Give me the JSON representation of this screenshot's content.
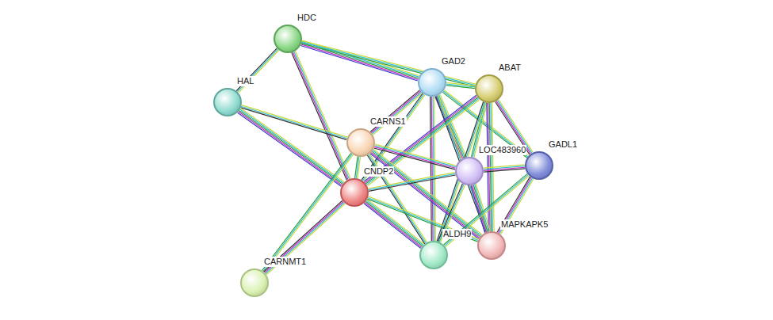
{
  "diagram": {
    "nodes": [
      {
        "text": [
          "HDC"
        ]
      },
      {
        "text": [
          "HAL"
        ]
      },
      {
        "text": [
          "GAD2"
        ]
      },
      {
        "text": [
          "ABAT"
        ]
      },
      {
        "text": [
          "CARNS1"
        ]
      },
      {
        "text": [
          "LOC483960"
        ]
      },
      {
        "text": [
          "GADL1"
        ]
      },
      {
        "text": [
          "CNDP2"
        ]
      },
      {
        "text": [
          "ALDH9"
        ]
      },
      {
        "text": [
          "MAPKAPK5"
        ]
      },
      {
        "text": [
          "CARNMT1"
        ]
      }
    ],
    "edges": [
      {
        "from": 0,
        "to": 1,
        "arrow": "none"
      },
      {
        "from": 0,
        "to": 2,
        "arrow": "none"
      },
      {
        "from": 0,
        "to": 3,
        "arrow": "none"
      },
      {
        "from": 0,
        "to": 7,
        "arrow": "none"
      },
      {
        "from": 1,
        "to": 4,
        "arrow": "none"
      },
      {
        "from": 1,
        "to": 7,
        "arrow": "none"
      },
      {
        "from": 2,
        "to": 3,
        "arrow": "none"
      },
      {
        "from": 2,
        "to": 4,
        "arrow": "none"
      },
      {
        "from": 2,
        "to": 7,
        "arrow": "none"
      },
      {
        "from": 2,
        "to": 5,
        "arrow": "none"
      },
      {
        "from": 2,
        "to": 6,
        "arrow": "none"
      },
      {
        "from": 2,
        "to": 8,
        "arrow": "none"
      },
      {
        "from": 2,
        "to": 9,
        "arrow": "none"
      },
      {
        "from": 3,
        "to": 7,
        "arrow": "none"
      },
      {
        "from": 3,
        "to": 5,
        "arrow": "none"
      },
      {
        "from": 3,
        "to": 6,
        "arrow": "none"
      },
      {
        "from": 3,
        "to": 8,
        "arrow": "none"
      },
      {
        "from": 3,
        "to": 9,
        "arrow": "none"
      },
      {
        "from": 4,
        "to": 7,
        "arrow": "none"
      },
      {
        "from": 4,
        "to": 5,
        "arrow": "none"
      },
      {
        "from": 4,
        "to": 8,
        "arrow": "none"
      },
      {
        "from": 4,
        "to": 9,
        "arrow": "none"
      },
      {
        "from": 4,
        "to": 10,
        "arrow": "none"
      },
      {
        "from": 7,
        "to": 10,
        "arrow": "none"
      },
      {
        "from": 7,
        "to": 5,
        "arrow": "none"
      },
      {
        "from": 7,
        "to": 8,
        "arrow": "none"
      },
      {
        "from": 7,
        "to": 9,
        "arrow": "none"
      },
      {
        "from": 5,
        "to": 6,
        "arrow": "none"
      },
      {
        "from": 5,
        "to": 8,
        "arrow": "none"
      },
      {
        "from": 5,
        "to": 9,
        "arrow": "none"
      },
      {
        "from": 6,
        "to": 8,
        "arrow": "none"
      },
      {
        "from": 6,
        "to": 9,
        "arrow": "none"
      }
    ]
  }
}
